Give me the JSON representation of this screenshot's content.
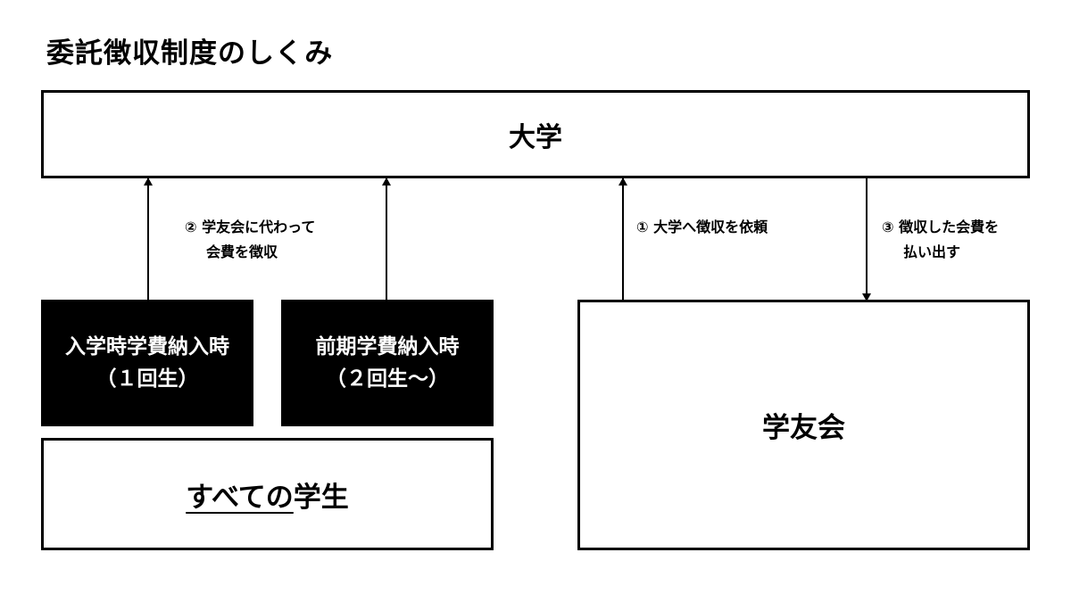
{
  "title": "委託徴収制度のしくみ",
  "nodes": {
    "university": "大学",
    "enrollment": {
      "line1": "入学時学費納入時",
      "line2": "（１回生）"
    },
    "first_term": {
      "line1": "前期学費納入時",
      "line2": "（２回生～）"
    },
    "all_students": {
      "underlined": "すべての",
      "rest": "学生"
    },
    "alumni_assoc": "学友会"
  },
  "edges": {
    "step1": {
      "line1": "① 大学へ徴収を依頼"
    },
    "step2": {
      "line1": "② 学友会に代わって",
      "line2": "会費を徴収"
    },
    "step3": {
      "line1": "③ 徴収した会費を",
      "line2": "払い出す"
    }
  }
}
